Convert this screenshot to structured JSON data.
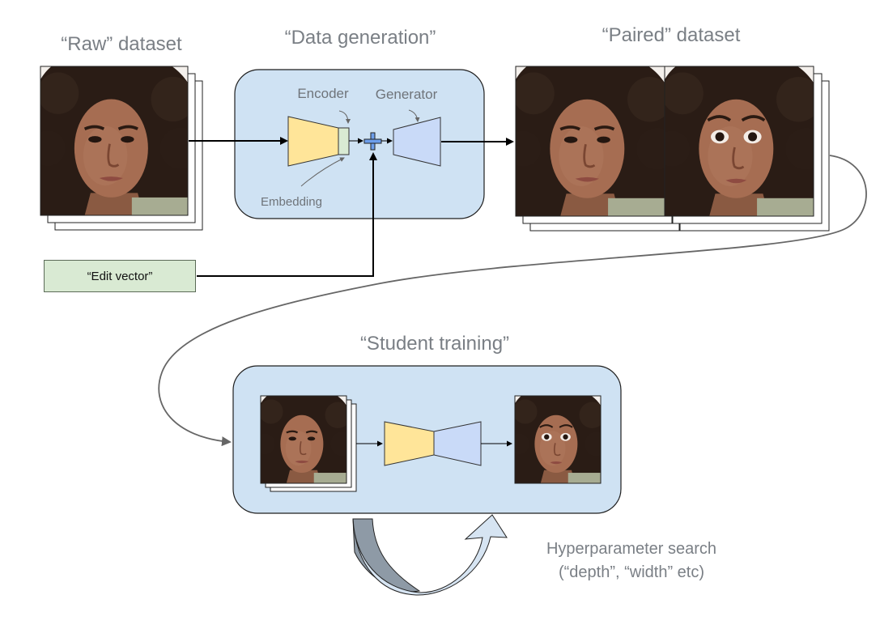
{
  "titles": {
    "raw_dataset": "“Raw” dataset",
    "data_generation": "“Data generation”",
    "paired_dataset": "“Paired” dataset",
    "student_training": "“Student training”"
  },
  "labels": {
    "encoder": "Encoder",
    "generator": "Generator",
    "embedding": "Embedding",
    "edit_vector": "“Edit vector”",
    "hyperparameter_line1": "Hyperparameter search",
    "hyperparameter_line2": "(“depth”, “width” etc)"
  },
  "images": {
    "raw": "portrait-neutral",
    "paired_input": "portrait-neutral",
    "paired_output": "portrait-surprised",
    "student_input": "portrait-neutral",
    "student_output": "portrait-surprised"
  },
  "colors": {
    "panel_fill": "#cfe2f3",
    "panel_stroke": "#1f1f1f",
    "encoder_fill": "#ffe599",
    "generator_fill": "#c9daf8",
    "embedding_fill": "#d9ead3",
    "edit_vector_fill": "#d9ead3",
    "hyper_arrow_dark": "#8e9aa6",
    "hyper_arrow_light": "#d6e4f2",
    "text_gray": "#7a7f85"
  }
}
